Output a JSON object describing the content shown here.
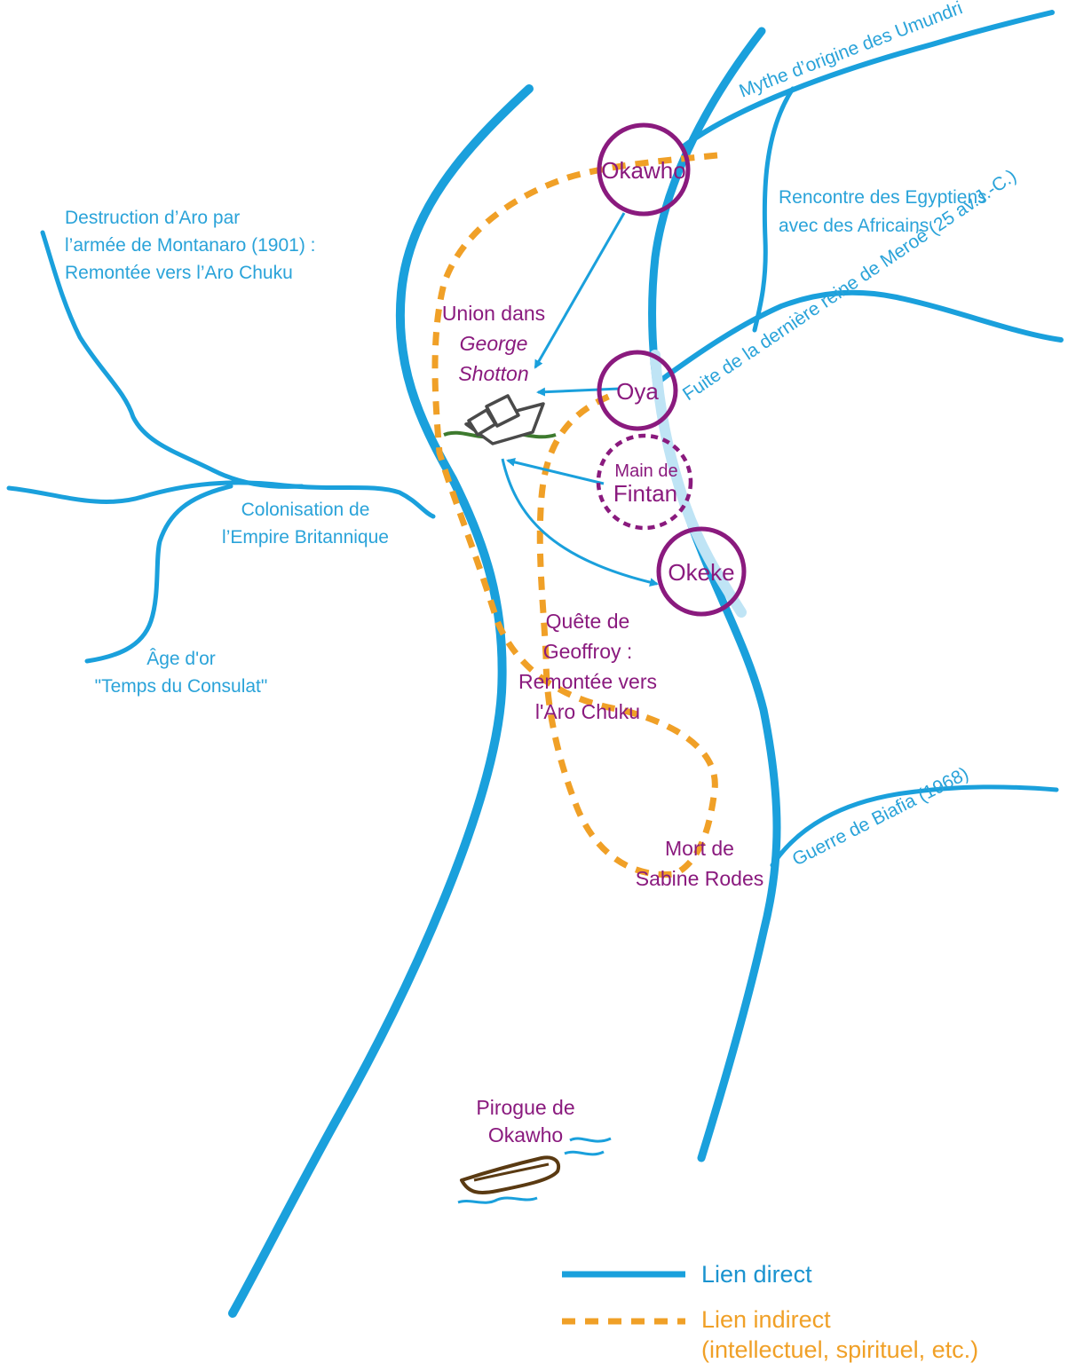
{
  "nodes": {
    "okawho": "Okawho",
    "oya": "Oya",
    "okeke": "Okeke",
    "main_line1": "Main de",
    "main_line2": "Fintan"
  },
  "tributary_labels": {
    "umundri": "Mythe d’origine des Umundri",
    "egyptiens_line1": "Rencontre des Egyptiens",
    "egyptiens_line2": "avec des Africains",
    "meroe": "Fuite de la dernière reine de Meroë (25 av.J.-C.)",
    "biafra": "Guerre de Biafia (1968)",
    "aro_line1": "Destruction d’Aro par",
    "aro_line2": "l’armée de Montanaro (1901) :",
    "aro_line3": "Remontée vers l’Aro Chuku",
    "colonisation_line1": "Colonisation de",
    "colonisation_line2": "l’Empire Britannique",
    "age_line1": "Âge d'or",
    "age_line2": "\"Temps du Consulat\""
  },
  "event_labels": {
    "union_line1": "Union dans",
    "union_line2": "George",
    "union_line3": "Shotton",
    "quete_line1": "Quête de",
    "quete_line2": "Geoffroy :",
    "quete_line3": "Remontée vers",
    "quete_line4": "l'Aro Chuku",
    "mort_line1": "Mort de",
    "mort_line2": "Sabine Rodes",
    "pirogue_line1": "Pirogue de",
    "pirogue_line2": "Okawho"
  },
  "legend": {
    "direct": "Lien direct",
    "indirect": "Lien indirect",
    "indirect_detail": "(intellectuel, spirituel, etc.)"
  },
  "colors": {
    "river_blue": "#1aa0dc",
    "node_purple": "#8a1a7e",
    "indirect_orange": "#f0a027",
    "boat_gray": "#4a4a4a",
    "water_green": "#3d7a2e",
    "pirogue_brown": "#5a3a12"
  },
  "icons": [
    "boat-icon",
    "pirogue-icon"
  ]
}
